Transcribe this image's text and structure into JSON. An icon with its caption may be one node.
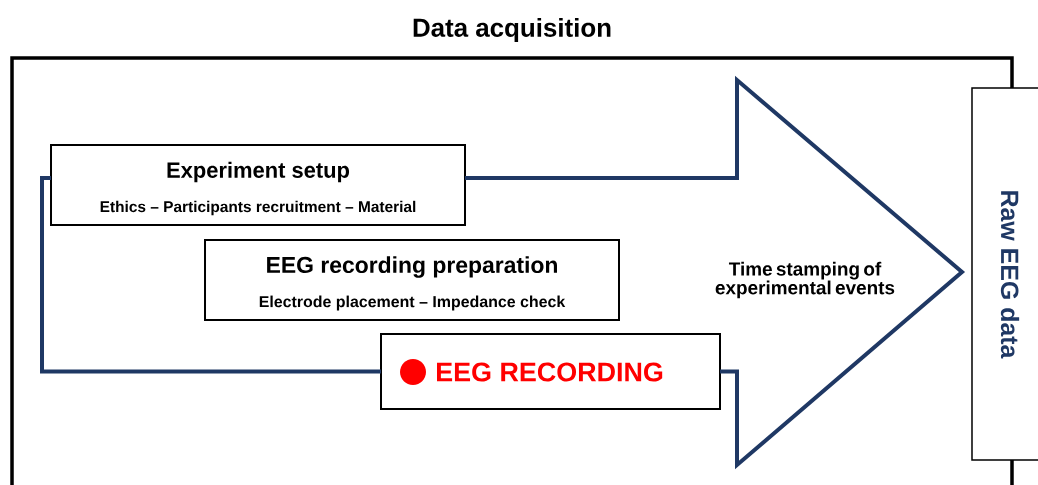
{
  "diagram": {
    "nodes": [
      {
        "text": [
          "Data acquisition"
        ]
      },
      {
        "text": [
          "Time stamping of experimental events"
        ],
        "in": 0
      },
      {
        "text": [
          "Experiment setup",
          "Ethics – Participants recruitment – Material"
        ],
        "in": 0
      },
      {
        "text": [
          "EEG recording preparation",
          "Electrode placement – Impedance check"
        ],
        "in": 0
      },
      {
        "text": [
          "EEG RECORDING"
        ],
        "in": 0
      },
      {
        "text": [
          "Raw EEG data"
        ]
      }
    ],
    "edges": [
      {
        "from": 2,
        "to": 4,
        "arrow": "none"
      },
      {
        "from": 2,
        "to": 4,
        "arrow": "none"
      }
    ]
  }
}
